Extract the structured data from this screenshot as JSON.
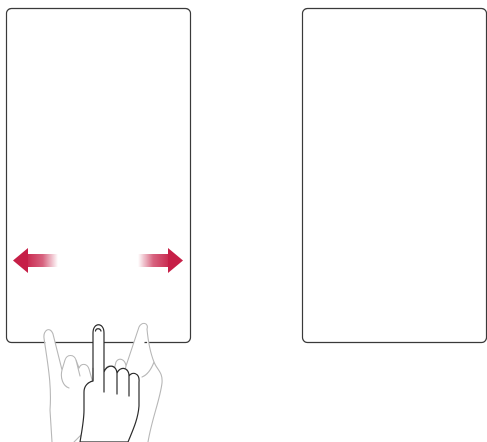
{
  "illustration": {
    "gesture": "swipe-left-right",
    "screens": [
      {
        "id": "left-screen"
      },
      {
        "id": "right-screen"
      }
    ],
    "arrows": [
      {
        "direction": "left"
      },
      {
        "direction": "right"
      }
    ],
    "colors": {
      "frame": "#3a3a3a",
      "arrow": "#c61f47",
      "hand_active": "#2b2b2b",
      "hand_ghost": "#b7b7b7"
    }
  }
}
